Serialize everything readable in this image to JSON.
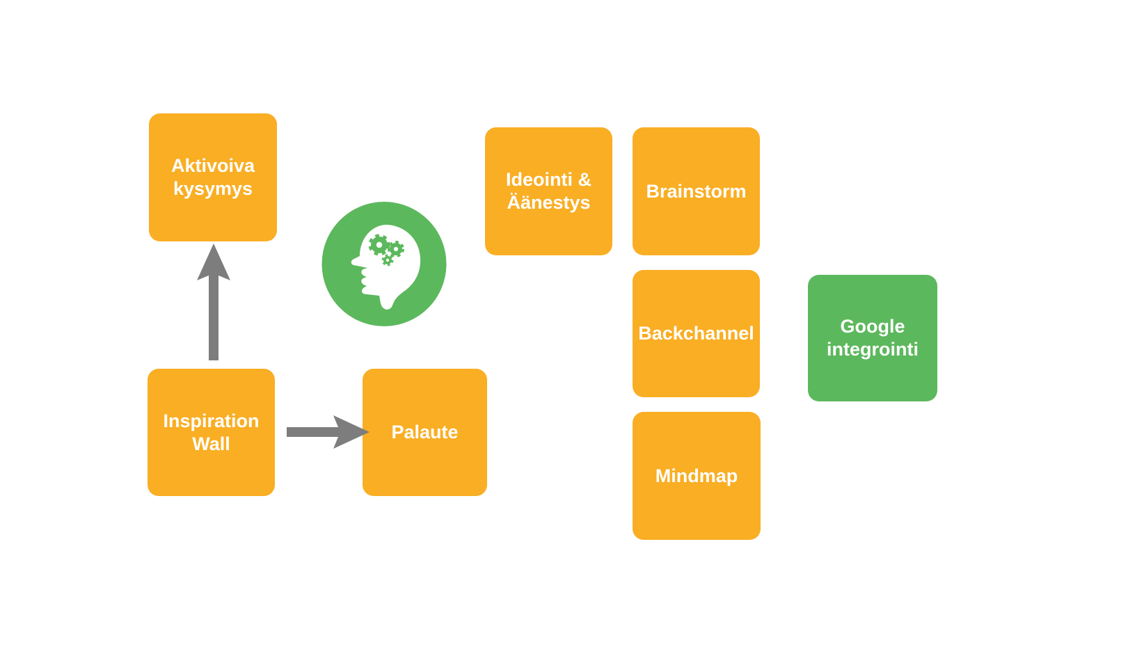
{
  "colors": {
    "node_orange": "#F9AE24",
    "node_green": "#5CB85C",
    "arrow_gray": "#7D7D7D",
    "label_text": "#FFFFFF",
    "background": "#FFFFFF"
  },
  "diagram": {
    "nodes": [
      {
        "id": "aktivoiva-kysymys",
        "label": "Aktivoiva\nkysymys",
        "color": "orange"
      },
      {
        "id": "inspiration-wall",
        "label": "Inspiration\nWall",
        "color": "orange"
      },
      {
        "id": "palaute",
        "label": "Palaute",
        "color": "orange"
      },
      {
        "id": "ideointi-aanestys",
        "label": "Ideointi &\nÄänestys",
        "color": "orange"
      },
      {
        "id": "brainstorm",
        "label": "Brainstorm",
        "color": "orange"
      },
      {
        "id": "backchannel",
        "label": "Backchannel",
        "color": "orange"
      },
      {
        "id": "mindmap",
        "label": "Mindmap",
        "color": "orange"
      },
      {
        "id": "google-integrointi",
        "label": "Google\nintegrointi",
        "color": "green"
      }
    ],
    "icon": {
      "name": "thinking-head-gears-icon",
      "circle_color": "#5CB85C",
      "head_color": "#FFFFFF",
      "gear_count": 3
    },
    "arrows": [
      {
        "from": "inspiration-wall",
        "to": "aktivoiva-kysymys",
        "direction": "up"
      },
      {
        "from": "inspiration-wall",
        "to": "palaute",
        "direction": "right"
      }
    ]
  }
}
